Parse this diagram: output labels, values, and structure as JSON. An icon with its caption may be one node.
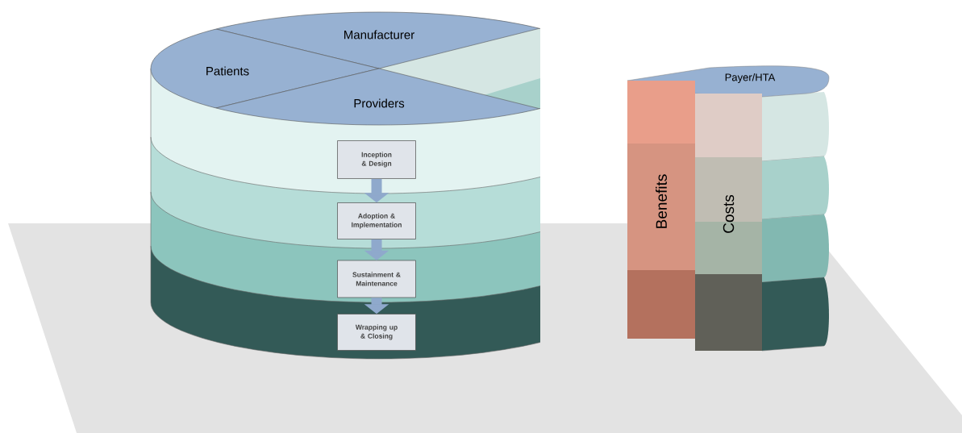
{
  "diagram": {
    "nodes": [
      {
        "text": [
          "Manufacturer"
        ]
      },
      {
        "text": [
          "Patients"
        ]
      },
      {
        "text": [
          "Providers"
        ]
      },
      {
        "text": [
          "Inception & Design"
        ]
      },
      {
        "text": [
          "Adoption & Implementation"
        ]
      },
      {
        "text": [
          "Sustainment & Maintenance"
        ]
      },
      {
        "text": [
          "Wrapping up & Closing"
        ]
      },
      {
        "text": [
          "Payer/HTA"
        ]
      },
      {
        "text": [
          "Benefits"
        ]
      },
      {
        "text": [
          "Costs"
        ]
      }
    ],
    "edges": [
      {
        "from": 3,
        "to": 4,
        "arrow": "to"
      },
      {
        "from": 4,
        "to": 5,
        "arrow": "to"
      },
      {
        "from": 5,
        "to": 6,
        "arrow": "to"
      }
    ]
  }
}
